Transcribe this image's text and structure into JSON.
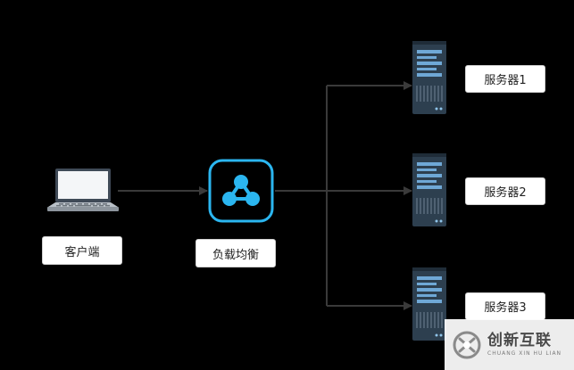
{
  "nodes": {
    "client": {
      "label": "客户端"
    },
    "load_balancer": {
      "label": "负载均衡"
    },
    "servers": [
      {
        "label": "服务器1"
      },
      {
        "label": "服务器2"
      },
      {
        "label": "服务器3"
      }
    ]
  },
  "watermark": {
    "name_cn": "创新互联",
    "name_en": "CHUANG XIN HU LIAN"
  },
  "colors": {
    "background": "#000000",
    "connector": "#3a3a3a",
    "load_balancer_accent": "#2bb6f0",
    "server_body": "#2d3f4f"
  },
  "icons": {
    "client": "laptop-icon",
    "load_balancer": "load-balancer-icon",
    "server": "server-rack-icon"
  }
}
